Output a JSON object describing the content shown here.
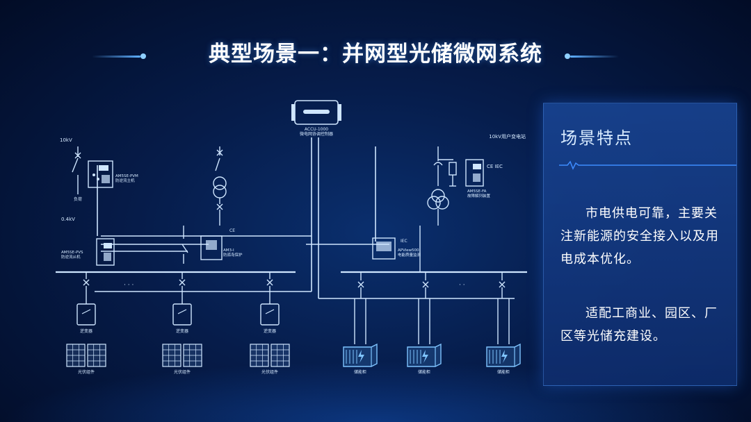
{
  "page": {
    "title": "典型场景一：并网型光储微网系统"
  },
  "diagram": {
    "top_device_label1": "ACCU-1000",
    "top_device_label2": "微电网协调控制器",
    "bus_10kv_left": "10kV",
    "bus_10kv_right": "10kV用户变电站",
    "bus_04kv": "0.4kV",
    "load_label": "负荷",
    "amsse_pvm_1": "AM5SE-PVM",
    "amsse_pvm_2": "防逆流主机",
    "amsse_pvs_1": "AM5SE-PVS",
    "amsse_pvs_2": "防逆流从机",
    "am3_1": "AM3-I",
    "am3_2": "防孤岛保护",
    "ce_mark": "CE",
    "ce_iec_mark": "CE  IEC",
    "amsse_fa_1": "AM5SE-FA",
    "amsse_fa_2": "故障解列装置",
    "iec_mark": "IEC",
    "apview_1": "APView500",
    "apview_2": "电能质量监测",
    "ellipsis1": "· · ·",
    "ellipsis2": "· ·",
    "inverter_label": "逆变器",
    "pv_label": "光伏组件",
    "storage_label": "储能柜"
  },
  "panel": {
    "title": "场景特点",
    "para1": "市电供电可靠，主要关注新能源的安全接入以及用电成本优化。",
    "para2": "适配工商业、园区、厂区等光储充建设。"
  }
}
